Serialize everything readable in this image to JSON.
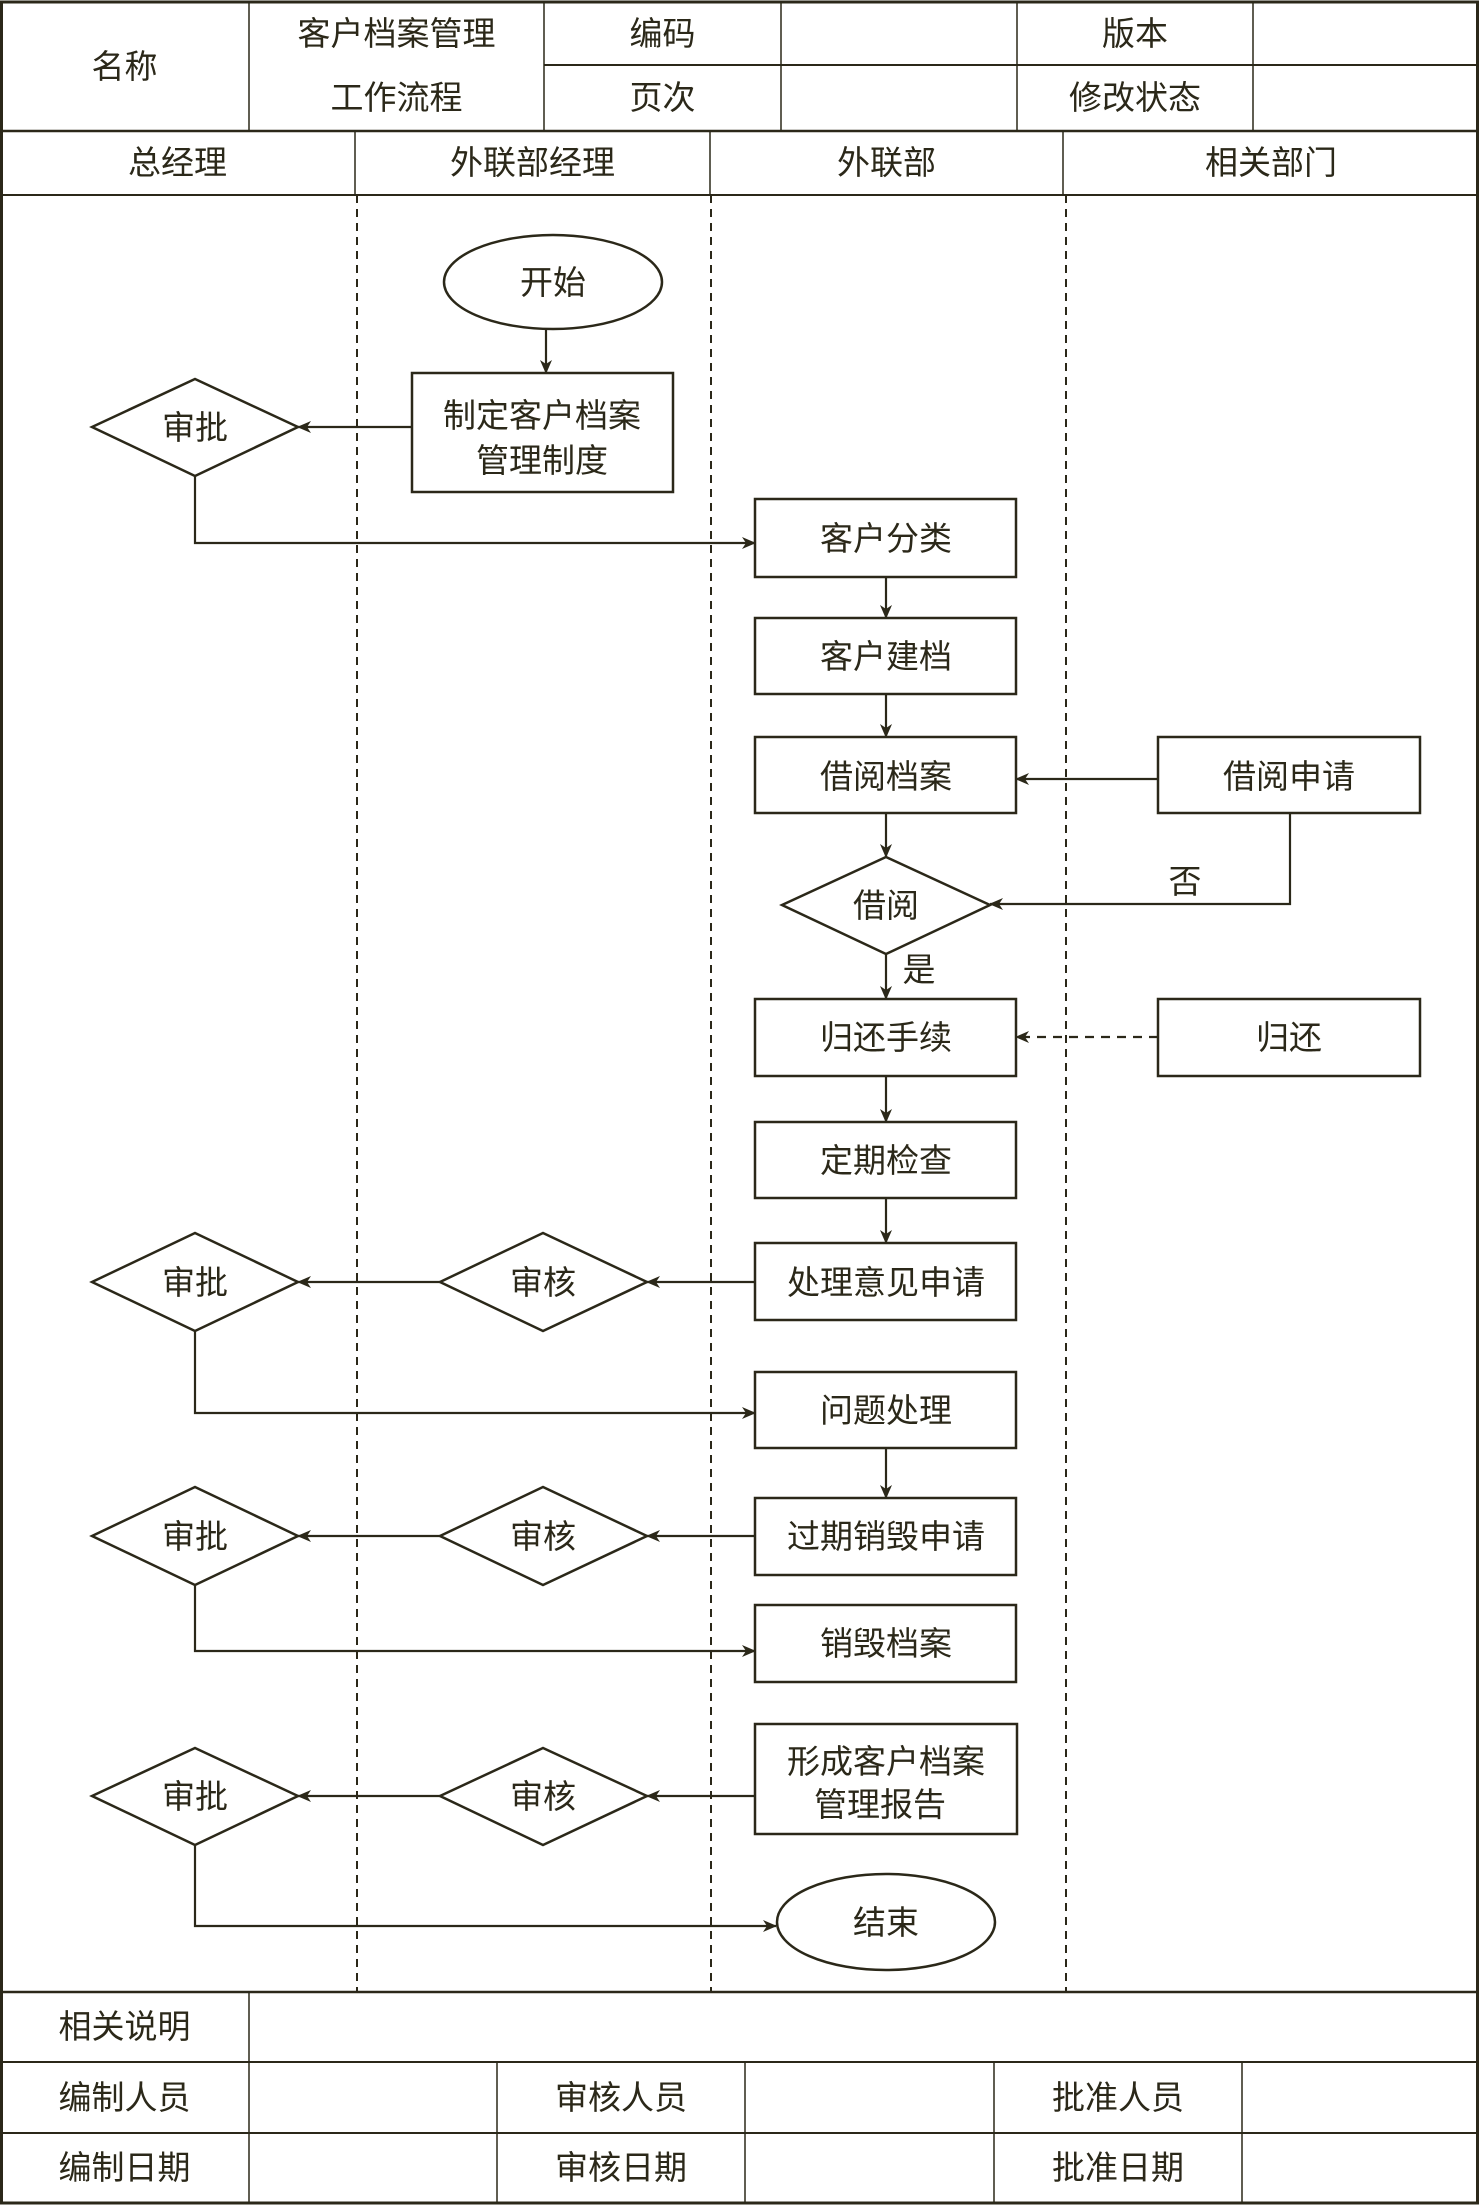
{
  "header": {
    "name_label": "名称",
    "title_line1": "客户档案管理",
    "title_line2": "工作流程",
    "code_label": "编码",
    "code_value": "",
    "version_label": "版本",
    "version_value": "",
    "page_label": "页次",
    "page_value": "",
    "revision_label": "修改状态",
    "revision_value": ""
  },
  "lanes": [
    "总经理",
    "外联部经理",
    "外联部",
    "相关部门"
  ],
  "nodes": {
    "start": "开始",
    "draft_policy_1": "制定客户档案",
    "draft_policy_2": "管理制度",
    "approve_1": "审批",
    "classify": "客户分类",
    "archive": "客户建档",
    "borrow_file": "借阅档案",
    "borrow_request": "借阅申请",
    "borrow_decision": "借阅",
    "return_procedure": "归还手续",
    "return": "归还",
    "periodic_check": "定期检查",
    "opinion_request": "处理意见申请",
    "review_1": "审核",
    "approve_2": "审批",
    "problem_handling": "问题处理",
    "destroy_request": "过期销毁申请",
    "review_2": "审核",
    "approve_3": "审批",
    "destroy_file": "销毁档案",
    "report_1": "形成客户档案",
    "report_2": "管理报告",
    "review_3": "审核",
    "approve_4": "审批",
    "end": "结束"
  },
  "edge_labels": {
    "no": "否",
    "yes": "是"
  },
  "footer": {
    "notes_label": "相关说明",
    "notes_value": "",
    "prepared_by_label": "编制人员",
    "prepared_by_value": "",
    "reviewed_by_label": "审核人员",
    "reviewed_by_value": "",
    "approved_by_label": "批准人员",
    "approved_by_value": "",
    "prepared_date_label": "编制日期",
    "prepared_date_value": "",
    "reviewed_date_label": "审核日期",
    "reviewed_date_value": "",
    "approved_date_label": "批准日期",
    "approved_date_value": ""
  },
  "colors": {
    "line": "#2b2819",
    "background": "#ffffff"
  }
}
